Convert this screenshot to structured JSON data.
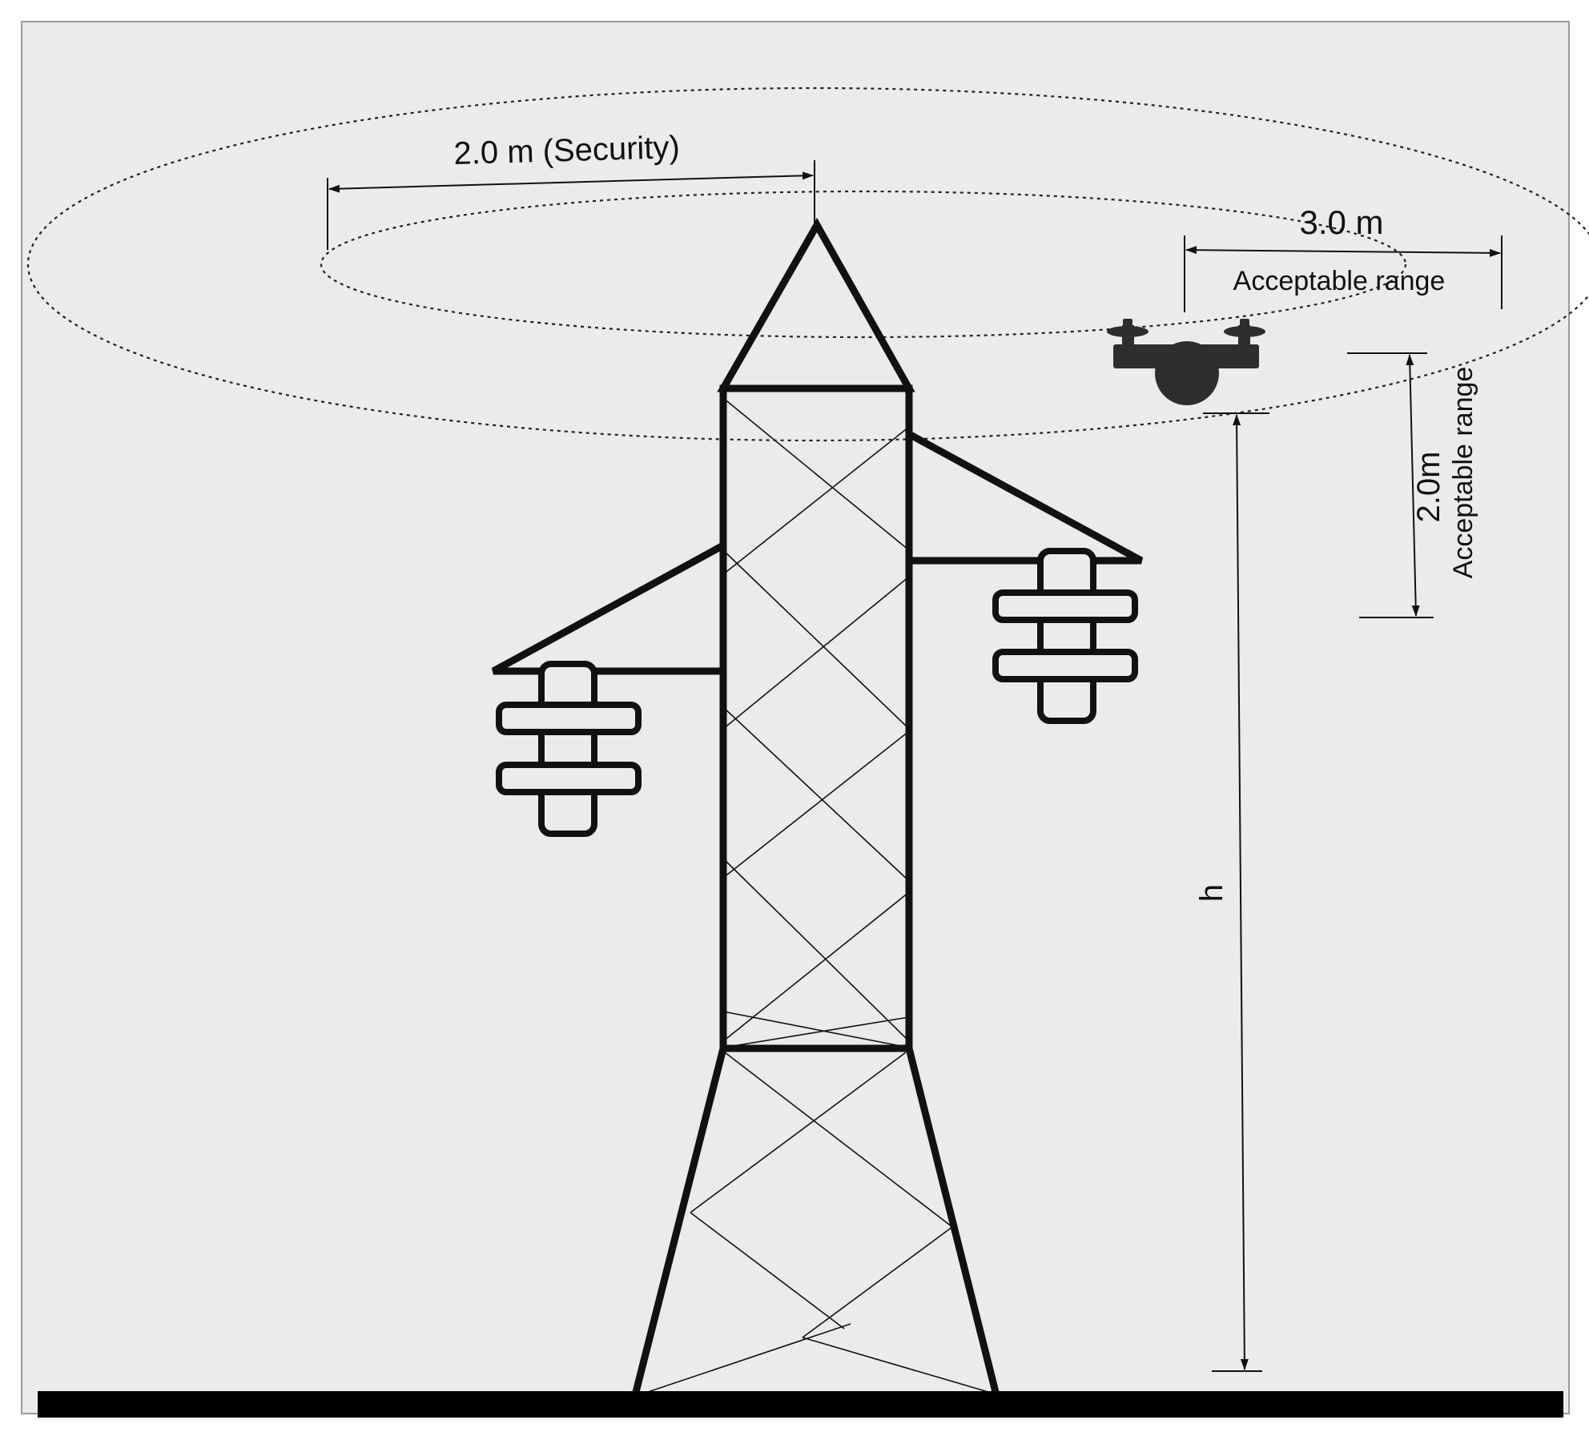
{
  "colors": {
    "background": "#ebebeb",
    "stroke": "#111111",
    "drone": "#2e2e2e",
    "ground": "#000000"
  },
  "labels": {
    "security": "2.0 m  (Security)",
    "horizontal_value": "3.0 m",
    "horizontal_caption": "Acceptable range",
    "vertical_value": "2.0m",
    "vertical_caption": "Acceptable range",
    "height": "h"
  },
  "icons": {
    "drone": "drone-icon",
    "insulator": "insulator-icon"
  }
}
